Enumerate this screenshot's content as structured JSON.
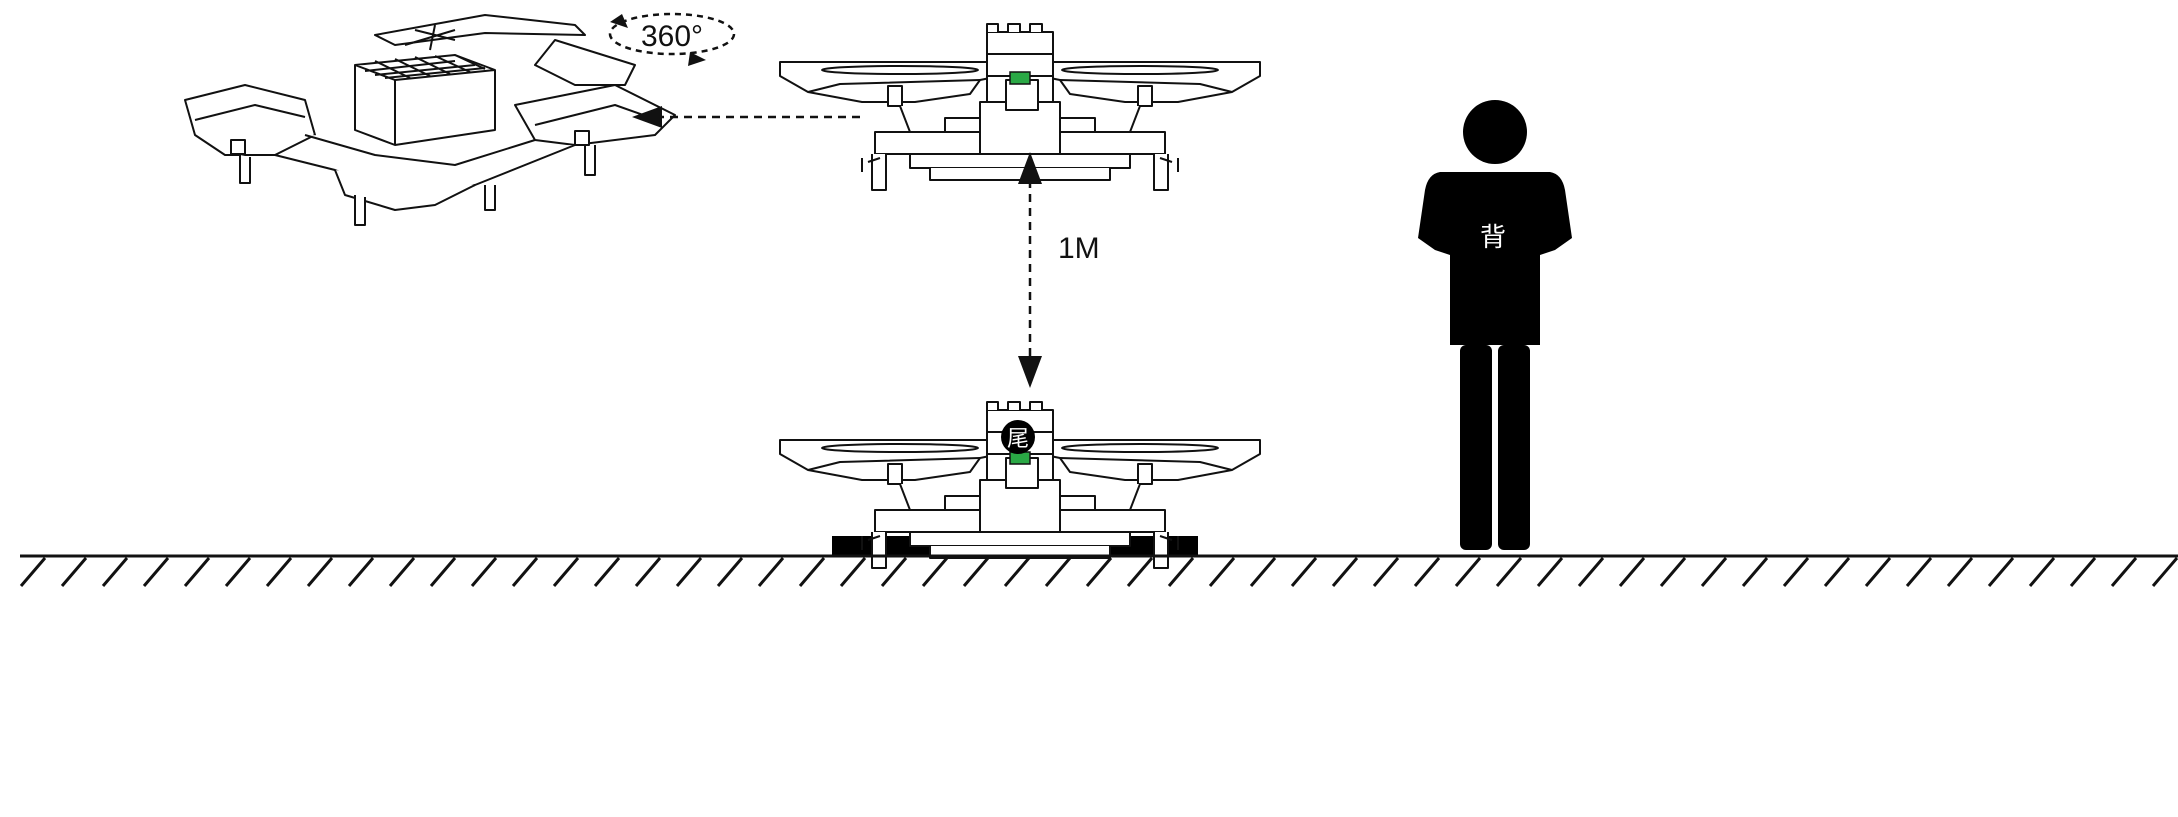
{
  "labels": {
    "rotation": "360°",
    "height": "1M",
    "tail": "尾",
    "back": "背"
  },
  "colors": {
    "line": "#111111",
    "indicator": "#2aa845",
    "ground": "#000000",
    "background": "#ffffff"
  },
  "icons": [
    "drone-rotating-icon",
    "drone-hover-icon",
    "drone-landed-icon",
    "person-silhouette-icon",
    "rotation-arrow-icon"
  ]
}
